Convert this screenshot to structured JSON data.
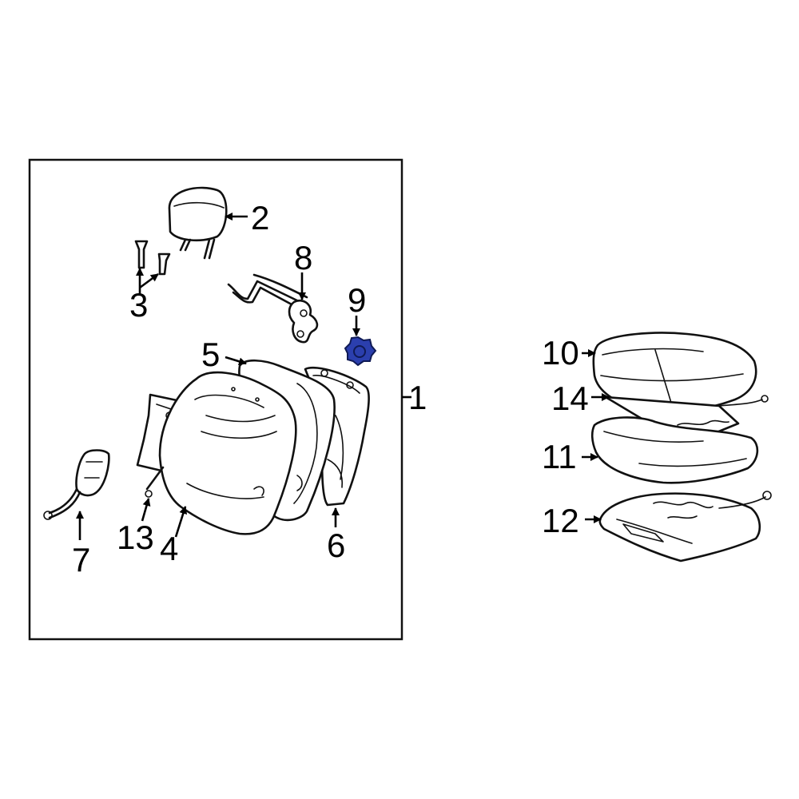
{
  "diagram": {
    "accent_color": "#2b3fae",
    "highlighted_part": "9",
    "callouts": {
      "c1": "1",
      "c2": "2",
      "c3": "3",
      "c4": "4",
      "c5": "5",
      "c6": "6",
      "c7": "7",
      "c8": "8",
      "c9": "9",
      "c10": "10",
      "c11": "11",
      "c12": "12",
      "c13": "13",
      "c14": "14"
    }
  }
}
